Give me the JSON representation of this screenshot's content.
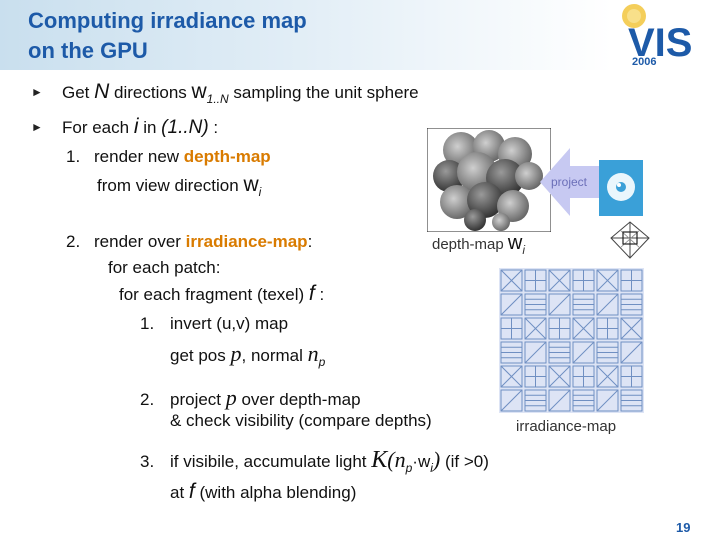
{
  "slide": {
    "title_line1": "Computing irradiance map",
    "title_line2": "on the GPU",
    "logo_text": "VIS",
    "logo_year": "2006",
    "page_number": "19"
  },
  "bullets": {
    "b1_pre": "Get ",
    "b1_N": "N",
    "b1_mid": " directions ",
    "b1_w": "w",
    "b1_sub": "1..N",
    "b1_post": " sampling the unit sphere",
    "b2_pre": "For each ",
    "b2_i": "i",
    "b2_mid": " in ",
    "b2_range": "(1..N)",
    "b2_post": " :"
  },
  "steps": {
    "s1_num": "1.",
    "s1_pre": "render new ",
    "s1_hl": "depth-map",
    "s1_line2": "from view direction ",
    "s1_w": "w",
    "s1_sub": "i",
    "s2_num": "2.",
    "s2_pre": "render over ",
    "s2_hl": "irradiance-map",
    "s2_post": ":",
    "s2_line2": "for each patch:",
    "s2_line3_pre": "for each fragment (texel) ",
    "s2_line3_f": "f",
    "s2_line3_post": " :",
    "sub1_num": "1.",
    "sub1_line1": "invert (u,v) map",
    "sub1_line2_pre": "get pos ",
    "sub1_p": "p",
    "sub1_mid": ", normal ",
    "sub1_n": "n",
    "sub1_nsub": "p",
    "sub2_num": "2.",
    "sub2_pre": "project ",
    "sub2_p": "p",
    "sub2_post": " over depth-map",
    "sub2_line2": "& check visibility (compare depths)",
    "sub3_num": "3.",
    "sub3_pre": "if visibile, accumulate light ",
    "sub3_K": "K",
    "sub3_open": "(",
    "sub3_n": "n",
    "sub3_nsub": "p",
    "sub3_dot": "·",
    "sub3_w": "w",
    "sub3_wsub": "i",
    "sub3_close": ")",
    "sub3_post": "  (if >0)",
    "sub3_line2_pre": "at ",
    "sub3_f": "f",
    "sub3_line2_post": " (with alpha blending)"
  },
  "figure": {
    "project_label": "project",
    "depthmap_label": "depth-map ",
    "depthmap_w": "w",
    "depthmap_sub": "i",
    "irradiance_label": "irradiance-map"
  },
  "colors": {
    "title": "#1d5aa8",
    "highlight": "#d97b00",
    "arrow": "#c7c9f2",
    "arrow_text": "#6b6fb8",
    "globe": "#3aa0d8"
  }
}
